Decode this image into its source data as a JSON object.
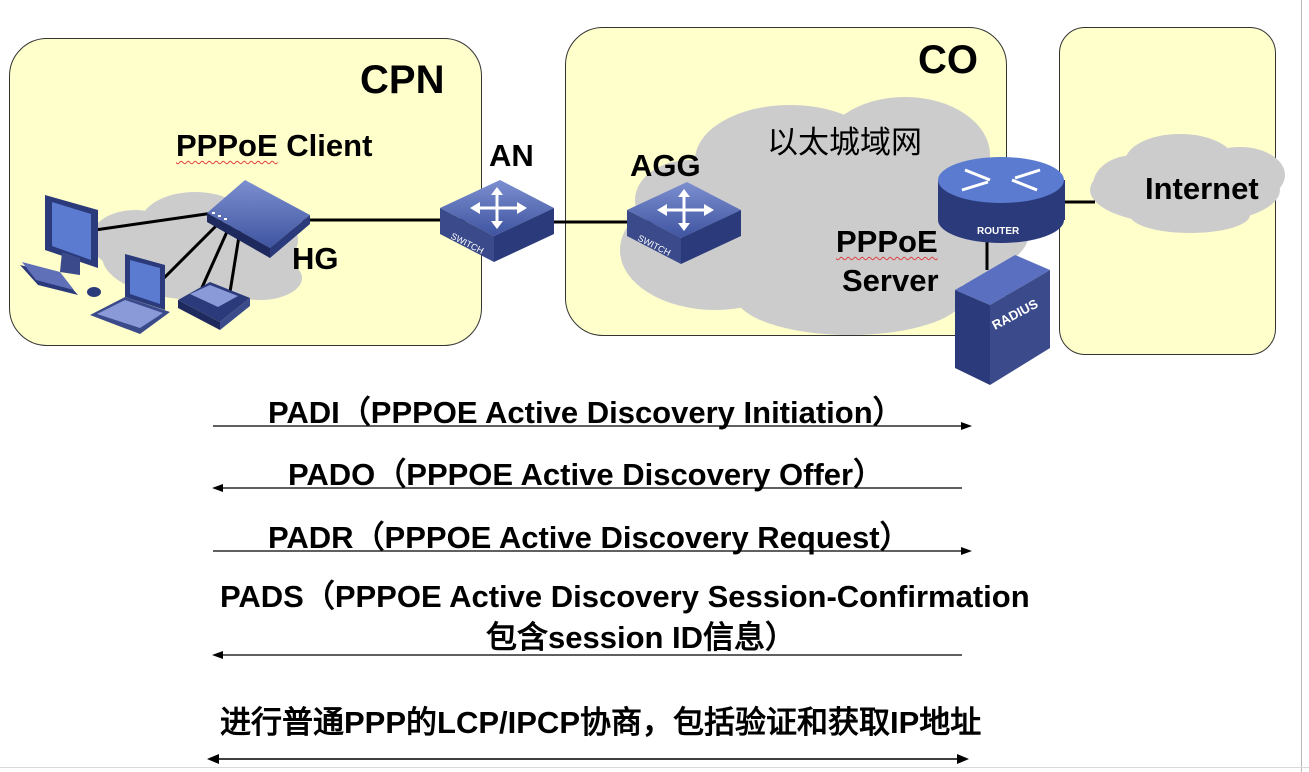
{
  "zones": {
    "cpn": {
      "title": "CPN"
    },
    "co": {
      "title": "CO"
    }
  },
  "devices": {
    "client_label_1": "PPPoE",
    "client_label_2": "Client",
    "hg_label": "HG",
    "an_label": "AN",
    "agg_label": "AGG",
    "switch_tag": "SWITCH",
    "router_tag": "ROUTER",
    "radius_tag": "RADIUS",
    "metro_label": "以太城域网",
    "server_label_1": "PPPoE",
    "server_label_2": "Server",
    "internet_label": "Internet"
  },
  "messages": {
    "padi": "PADI（PPPOE Active Discovery Initiation）",
    "pado": "PADO（PPPOE Active Discovery Offer）",
    "padr": "PADR（PPPOE Active Discovery Request）",
    "pads_line1": "PADS（PPPOE Active Discovery Session-Confirmation",
    "pads_line2": "包含session ID信息）",
    "lcp": "进行普通PPP的LCP/IPCP协商，包括验证和获取IP地址"
  },
  "colors": {
    "zone_fill": "#ffffcc",
    "cloud_fill": "#cccccc",
    "device_blue": "#4a5fa8",
    "device_dark": "#2b3a7a"
  }
}
